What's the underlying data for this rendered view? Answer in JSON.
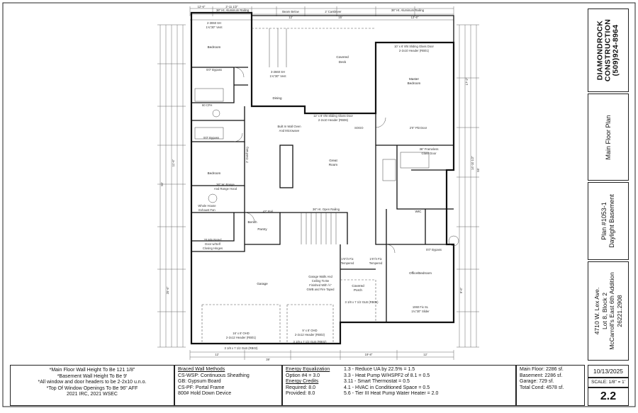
{
  "plan": {
    "rooms": [
      {
        "key": "bedroom1",
        "text": "Bedroom"
      },
      {
        "key": "bedroom2",
        "text": "Bedroom"
      },
      {
        "key": "master",
        "text": "Master"
      },
      {
        "key": "master_b",
        "text": "Bedroom"
      },
      {
        "key": "covered_deck",
        "text": "Covered"
      },
      {
        "key": "covered_deck_b",
        "text": "Deck"
      },
      {
        "key": "dining",
        "text": "Dining"
      },
      {
        "key": "great_room",
        "text": "Great"
      },
      {
        "key": "great_room_b",
        "text": "Room"
      },
      {
        "key": "garage",
        "text": "Garage"
      },
      {
        "key": "pantry",
        "text": "Pantry"
      },
      {
        "key": "office",
        "text": "Office/Bedroom"
      },
      {
        "key": "covered_porch",
        "text": "Covered"
      },
      {
        "key": "covered_porch_b",
        "text": "Porch"
      },
      {
        "key": "wic",
        "text": "WIC"
      },
      {
        "key": "bench",
        "text": "Bench"
      }
    ],
    "notes": {
      "railing_top1": "36\" Ht. Aluminum Railing",
      "railing_top2": "36\" Ht. Aluminum Railing",
      "beam_below": "Beam Below",
      "cantilever": "2' Cantilever",
      "win1": "2-3060 SH",
      "win1b": "1¾\"30\" Vent",
      "win2": "3-2660 SH",
      "win2b": "1¾\"30\" Vent",
      "bypass1": "5'0\" Bypass",
      "bypass2": "5'0\" Bypass",
      "bypass3": "5'0\" Bypass",
      "slider_master": "10' x 6' 8ht Sliding Glass Door",
      "header_master": "2-2x10 Header (RB01)",
      "slider_great": "12' x 8' 0ht Sliding Glass Door",
      "header_great": "2-2x10 Header (RB06)",
      "oven1": "Built In Wall Oven",
      "oven2": "And Microwave",
      "range1": "36\" W. Range",
      "range2": "And Range Hood",
      "pot_door": "2'0\" Pkt Door",
      "frameless1": "36\" Frameless",
      "frameless2": "Glass Door",
      "exhaust1": "Whole House",
      "exhaust2": "Exhaust Fan",
      "rail_open": "36\" Ht. Open Railing",
      "rail42": "42\" Rail",
      "door_min1": "20 Min Rated",
      "door_min2": "Door w/Self",
      "door_min3": "Closing Hinges",
      "gwall1": "Garage Walls And",
      "gwall2": "Ceiling To Be",
      "gwall3": "Finished With ½\"",
      "gwall4": "GWB and Fire Taped",
      "ohd1": "16' x 8' OHD",
      "ohd1h": "2-2x12 Header (RB01)",
      "ohd2": "9' x 8' OHD",
      "ohd2h": "2-2x12 Header (RB02)",
      "glb1": "3 1/8 x 7 1/2 GLB (RB03)",
      "glb2": "3 1/8 x 7 1/2 GLB (RB02)",
      "glb3": "3 1/8 x 7 1/2 GLB (RB05)",
      "office_win1": "1060 Fix SL",
      "office_win2": "1¾\"30\" Slider",
      "fix_temp1": "1'6\"/4 Fix",
      "fix_temp2": "Tempered",
      "fix_temp3": "1'6\"/4 Fix",
      "fix_temp4": "Tempered",
      "tub": "60 CFH",
      "sog": "SOGO",
      "oh_overhang": "2' Overhang"
    },
    "dims": {
      "top1": "12'-6\"",
      "top2": "2'-11 1/2\"",
      "top3": "12'",
      "top4": "15'",
      "top5": "13'-6\"",
      "bot1": "12'",
      "bot2": "39'",
      "bot3": "19'-8\"",
      "bot4": "12'",
      "left1": "25'-6\"",
      "left2": "50'",
      "left3": "11'-6\"",
      "right1": "55'",
      "right2": "17'-2\"",
      "right3": "14'-10 1/2\"",
      "right4": "9'-6\""
    }
  },
  "notes_block": [
    "*Main Floor Wall Height To Be 121 1/8\"",
    "*Basement Wall Height To Be 9'",
    "*All window and door headers to be 2-2x10 u.n.o.",
    "*Top Of Window Openings To Be 96\" AFF",
    "2021 IRC, 2021 WSEC"
  ],
  "braced": {
    "title": "Braced Wall Methods",
    "lines": [
      "CS-WSP: Continuous Sheathing",
      "GB: Gypsum Board",
      "CS-PF: Portal Frame",
      "800# Hold Down Device"
    ]
  },
  "energy": {
    "title": "Energy Equalization",
    "option": "Option #4 = 3.0",
    "credits_title": "Energy Credits",
    "required": "Required: 8.0",
    "provided": "Provided: 8.0",
    "items": [
      "1.3 - Reduce UA by 22.5% = 1.5",
      "3.3 - Heat Pump W/HSPF2 of 8.1 = 0.5",
      "3.11 - Smart Thermostat = 0.5",
      "4.1 - HVAC in Conditioned Space = 0.5",
      "5.6 - Tier III Heat Pump Water Heater = 2.0"
    ]
  },
  "areas": {
    "main": "Main Floor: 2286 sf.",
    "basement": "Basement: 2286 sf.",
    "garage": "Garage: 729 sf.",
    "total": "Total Cond: 4578 sf."
  },
  "sidebar": {
    "company_1": "DIAMONDROCK",
    "company_2": "CONSTRUCTION",
    "phone": "(509)924-8964",
    "sheet_title": "Main Floor Plan",
    "plan_no": "Plan #1053-1",
    "plan_type": "Daylight Basement",
    "addr1": "4710 W. Lex Ave.",
    "addr2": "Lot 8, Block 2",
    "addr3": "McCarroll's East 6th Addition",
    "addr4": "26221.2908",
    "date": "10/13/2025",
    "scale": "SCALE: 1/8\" = 1'",
    "sheet_no": "2.2"
  }
}
